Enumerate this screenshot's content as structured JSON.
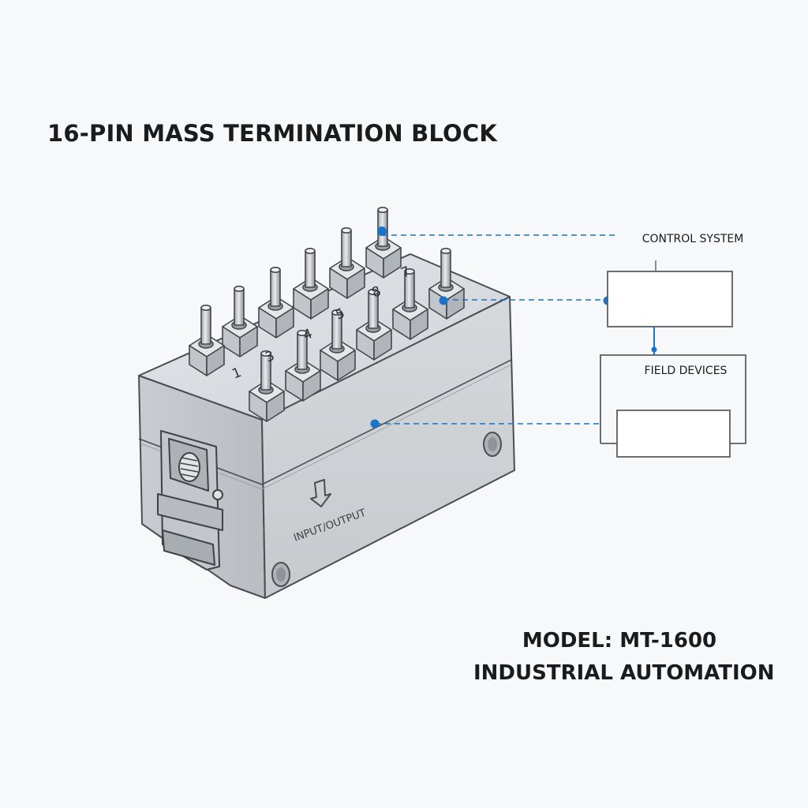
{
  "title": "16-PIN MASS TERMINATION BLOCK",
  "labels": {
    "control_system": "CONTROL SYSTEM",
    "field_devices": "FIELD DEVICES",
    "io": "INPUT/OUTPUT"
  },
  "pin_numbers": [
    "1",
    "3",
    "4",
    "5",
    "8",
    "7"
  ],
  "footer": {
    "model": "MODEL: MT-1600",
    "tagline": "INDUSTRIAL AUTOMATION"
  },
  "colors": {
    "background": "#f7f8f9",
    "accent": "#1a73c9",
    "body_fill": "#d9dcdf",
    "outline": "#4a4d52",
    "text": "#1b1b1b"
  }
}
